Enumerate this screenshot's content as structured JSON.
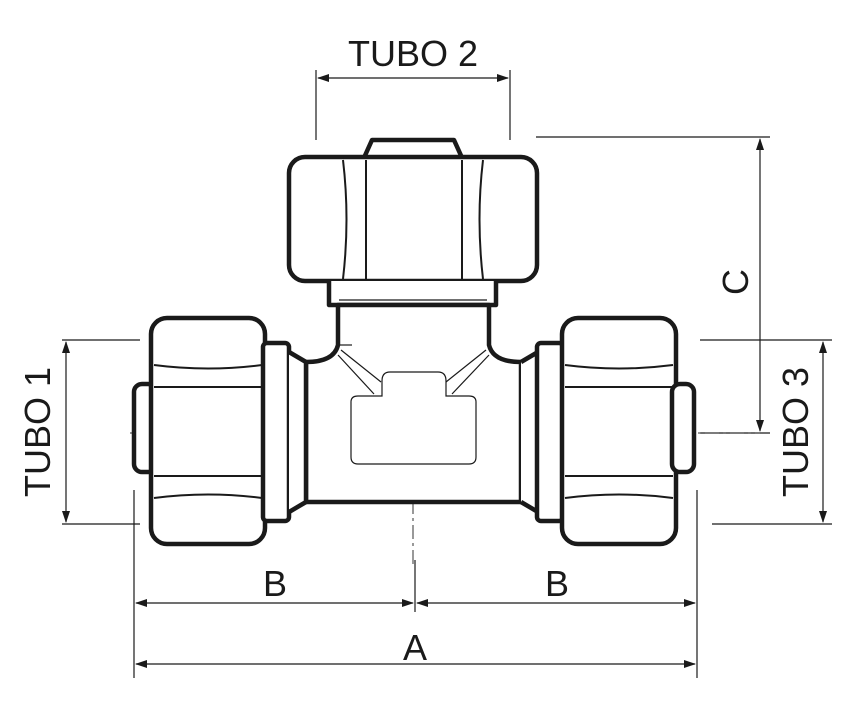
{
  "labels": {
    "tubo1": "TUBO 1",
    "tubo2": "TUBO 2",
    "tubo3": "TUBO 3",
    "dim_a": "A",
    "dim_b_left": "B",
    "dim_b_right": "B",
    "dim_c": "C"
  }
}
